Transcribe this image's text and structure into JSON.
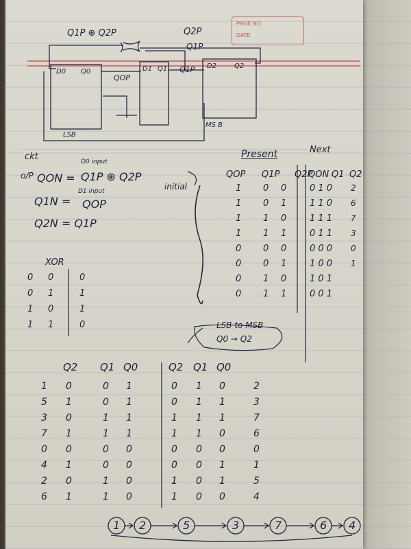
{
  "stamp": {
    "page_no": "PAGE NO.",
    "date": "DATE"
  },
  "circuit": {
    "xor_label": "Q1P ⊕ Q2P",
    "top_label": "Q2P",
    "q1p_top": "Q1P",
    "ff0_d": "D0",
    "ff0_q": "Q0",
    "ff0_name": "LSB",
    "mid_label": "QOP",
    "ff1_d": "D1",
    "ff1_q": "Q1",
    "ff1_mid": "Q1P",
    "ff2_d": "D2",
    "ff2_q": "Q2",
    "ff2_name": "MS B"
  },
  "equations": {
    "ckt": "ckt",
    "op_prefix": "o/P",
    "q0n_lhs": "QON =",
    "q0n_rhs": "Q1P ⊕ Q2P",
    "q0n_note": "D0 input",
    "q1n_lhs": "Q1N =",
    "q1n_rhs": "QOP",
    "q1n_note": "D1 input",
    "q2n": "Q2N = Q1P"
  },
  "xor_table": {
    "title": "XOR",
    "rows": [
      [
        "0",
        "0",
        "0"
      ],
      [
        "0",
        "1",
        "1"
      ],
      [
        "1",
        "0",
        "1"
      ],
      [
        "1",
        "1",
        "0"
      ]
    ]
  },
  "present_next": {
    "present_title": "Present",
    "next_title": "Next",
    "initial_label": "initial",
    "headers": [
      "QOP",
      "Q1P",
      "Q2P",
      "QON",
      "Q1",
      "Q2"
    ],
    "rows": [
      {
        "p": [
          "1",
          "0",
          "0"
        ],
        "n": "0 1 0",
        "d": "2"
      },
      {
        "p": [
          "1",
          "0",
          "1"
        ],
        "n": "1 1 0",
        "d": "6"
      },
      {
        "p": [
          "1",
          "1",
          "0"
        ],
        "n": "1 1 1",
        "d": "7"
      },
      {
        "p": [
          "1",
          "1",
          "1"
        ],
        "n": "0 1 1",
        "d": "3"
      },
      {
        "p": [
          "0",
          "0",
          "0"
        ],
        "n": "0 0 0",
        "d": "0"
      },
      {
        "p": [
          "0",
          "0",
          "1"
        ],
        "n": "1 0 0",
        "d": "1"
      },
      {
        "p": [
          "0",
          "1",
          "0"
        ],
        "n": "1 0 1",
        "d": ""
      },
      {
        "p": [
          "0",
          "1",
          "1"
        ],
        "n": "0 0 1",
        "d": ""
      }
    ],
    "note_line1": "LSB to MSB",
    "note_line2": "Q0 → Q2"
  },
  "decimal_table": {
    "headers_left": [
      "Q2",
      "Q1",
      "Q0"
    ],
    "headers_right": [
      "Q2",
      "Q1",
      "Q0"
    ],
    "rows": [
      {
        "dec": "1",
        "l": [
          "0",
          "0",
          "1"
        ],
        "r": [
          "0",
          "1",
          "0"
        ],
        "out": "2"
      },
      {
        "dec": "5",
        "l": [
          "1",
          "0",
          "1"
        ],
        "r": [
          "0",
          "1",
          "1"
        ],
        "out": "3"
      },
      {
        "dec": "3",
        "l": [
          "0",
          "1",
          "1"
        ],
        "r": [
          "1",
          "1",
          "1"
        ],
        "out": "7"
      },
      {
        "dec": "7",
        "l": [
          "1",
          "1",
          "1"
        ],
        "r": [
          "1",
          "1",
          "0"
        ],
        "out": "6"
      },
      {
        "dec": "0",
        "l": [
          "0",
          "0",
          "0"
        ],
        "r": [
          "0",
          "0",
          "0"
        ],
        "out": "0"
      },
      {
        "dec": "4",
        "l": [
          "1",
          "0",
          "0"
        ],
        "r": [
          "0",
          "0",
          "1"
        ],
        "out": "1"
      },
      {
        "dec": "2",
        "l": [
          "0",
          "1",
          "0"
        ],
        "r": [
          "1",
          "0",
          "1"
        ],
        "out": "5"
      },
      {
        "dec": "6",
        "l": [
          "1",
          "1",
          "0"
        ],
        "r": [
          "1",
          "0",
          "0"
        ],
        "out": "4"
      }
    ]
  },
  "sequence": [
    "1",
    "2",
    "5",
    "3",
    "7",
    "6",
    "4"
  ]
}
